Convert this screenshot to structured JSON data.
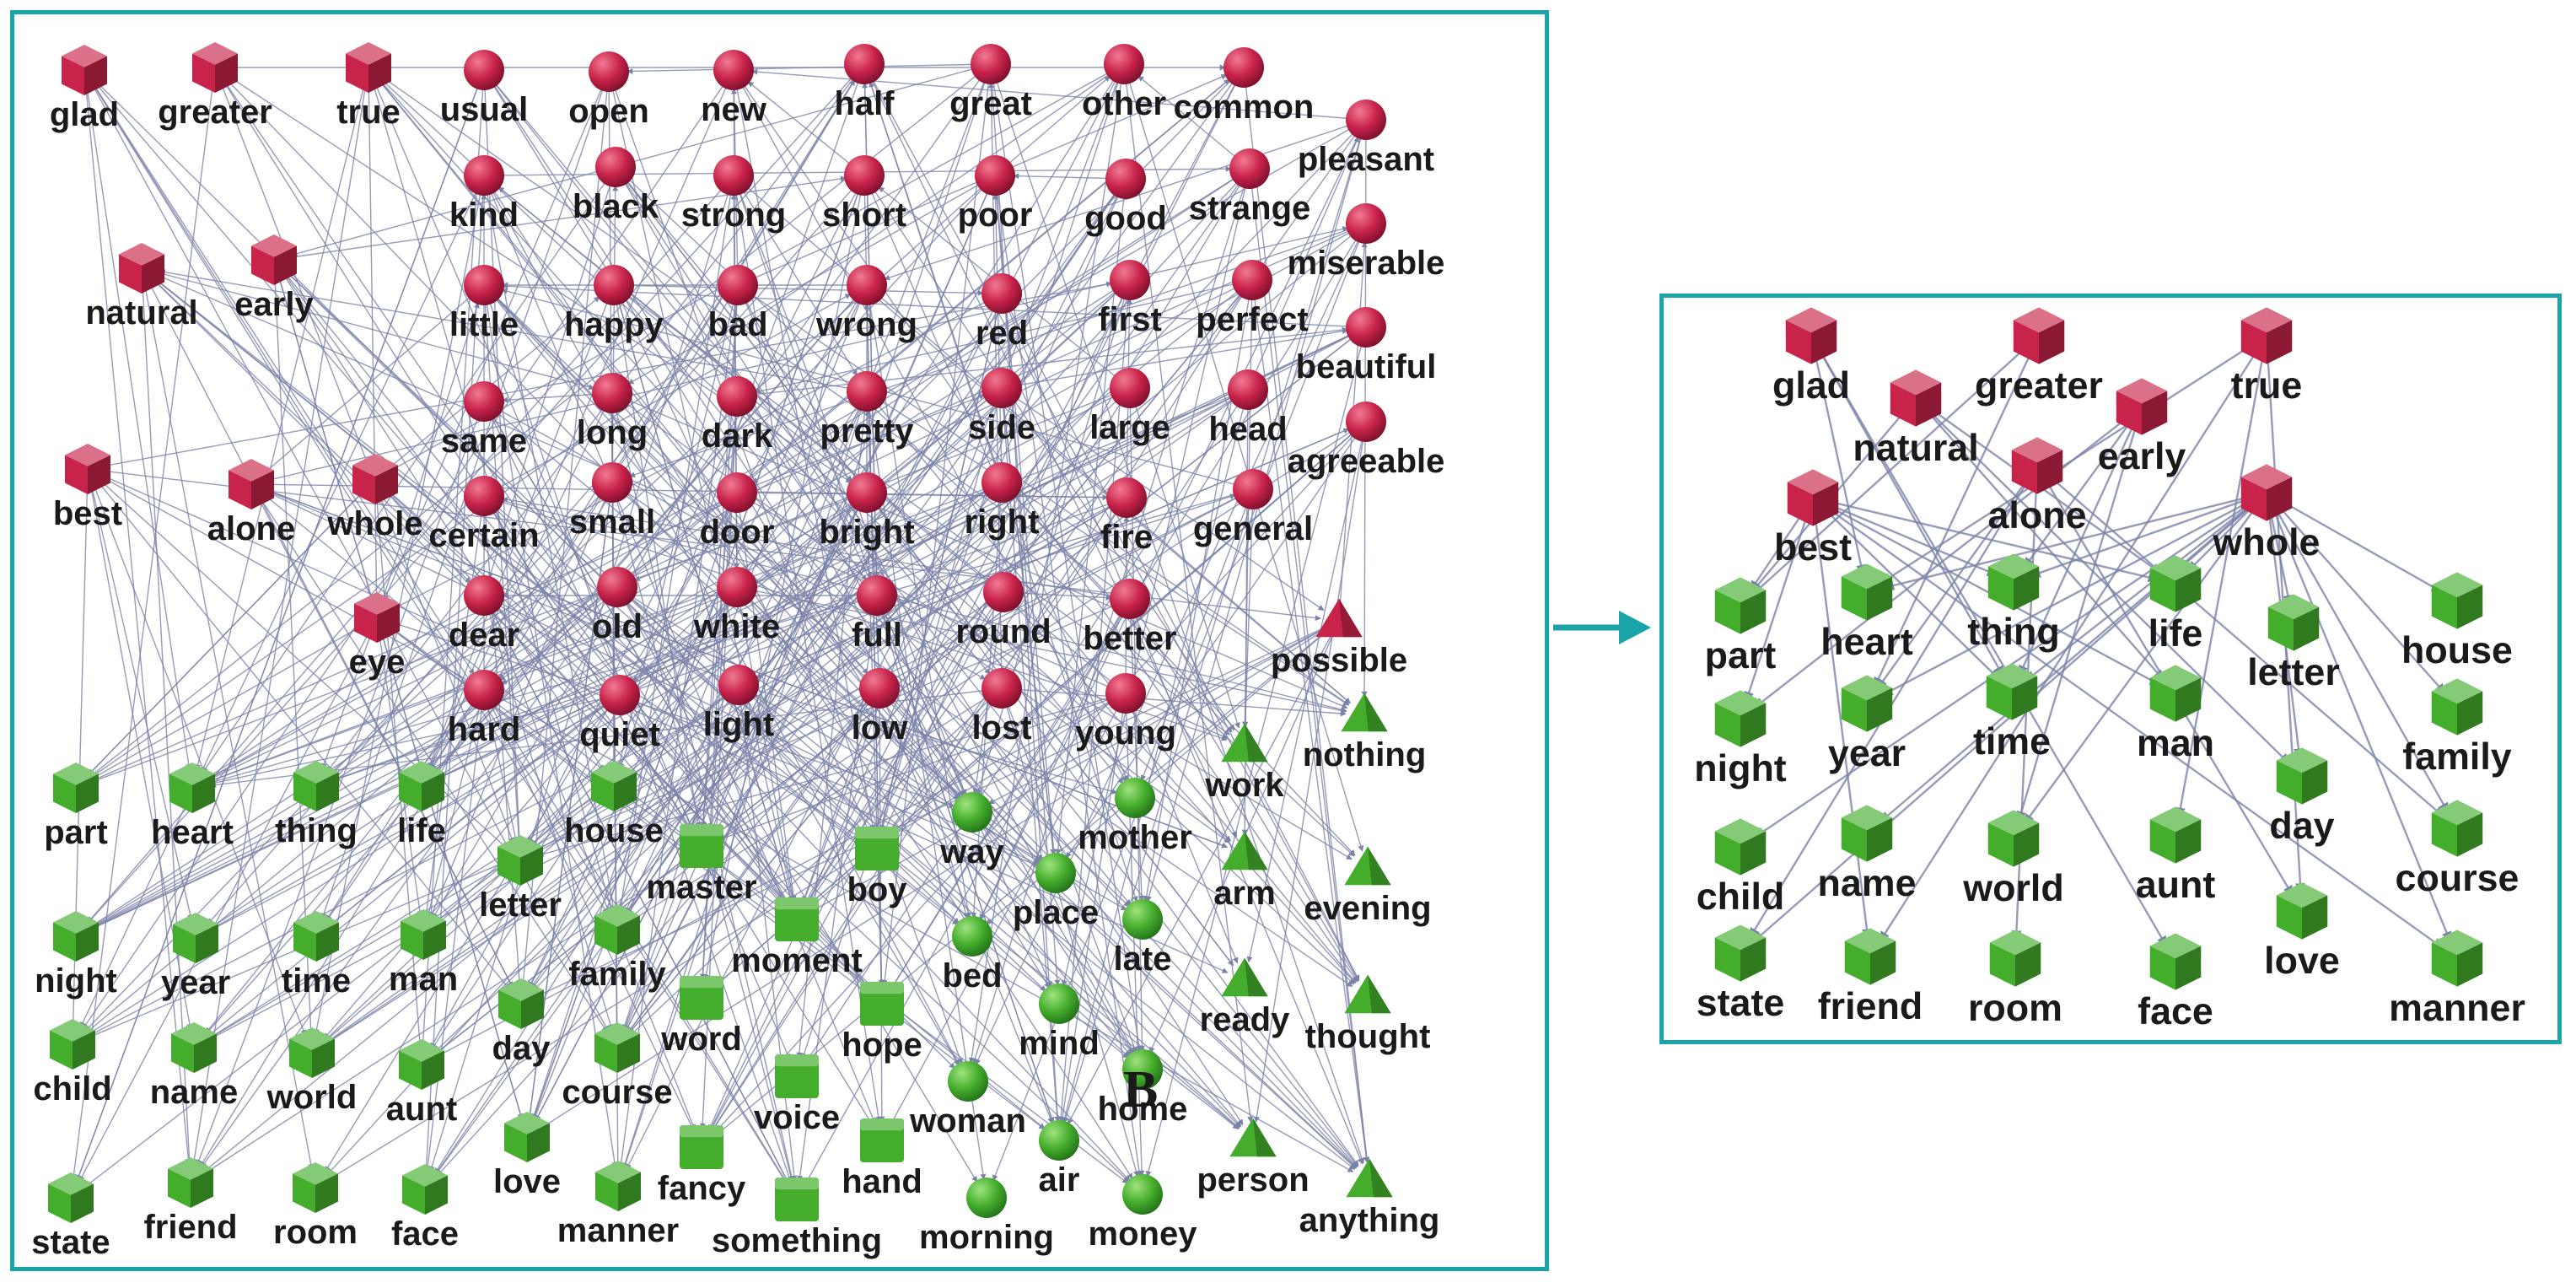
{
  "colors": {
    "adjective": "#c8234a",
    "noun": "#44ad2c",
    "edge": "#7a82a8",
    "border": "#1aa3a8",
    "arrow": "#1aa3a8"
  },
  "annotation": "B",
  "big": {
    "nodes": [
      {
        "id": "glad",
        "label": "glad",
        "shape": "cube",
        "cls": "adj"
      },
      {
        "id": "greater",
        "label": "greater",
        "shape": "cube",
        "cls": "adj"
      },
      {
        "id": "true",
        "label": "true",
        "shape": "cube",
        "cls": "adj"
      },
      {
        "id": "usual",
        "label": "usual",
        "shape": "sphere",
        "cls": "adj"
      },
      {
        "id": "open",
        "label": "open",
        "shape": "sphere",
        "cls": "adj"
      },
      {
        "id": "new",
        "label": "new",
        "shape": "sphere",
        "cls": "adj"
      },
      {
        "id": "half",
        "label": "half",
        "shape": "sphere",
        "cls": "adj"
      },
      {
        "id": "great",
        "label": "great",
        "shape": "sphere",
        "cls": "adj"
      },
      {
        "id": "other",
        "label": "other",
        "shape": "sphere",
        "cls": "adj"
      },
      {
        "id": "common",
        "label": "common",
        "shape": "sphere",
        "cls": "adj"
      },
      {
        "id": "pleasant",
        "label": "pleasant",
        "shape": "sphere",
        "cls": "adj"
      },
      {
        "id": "kind",
        "label": "kind",
        "shape": "sphere",
        "cls": "adj"
      },
      {
        "id": "black",
        "label": "black",
        "shape": "sphere",
        "cls": "adj"
      },
      {
        "id": "strong",
        "label": "strong",
        "shape": "sphere",
        "cls": "adj"
      },
      {
        "id": "short",
        "label": "short",
        "shape": "sphere",
        "cls": "adj"
      },
      {
        "id": "poor",
        "label": "poor",
        "shape": "sphere",
        "cls": "adj"
      },
      {
        "id": "good",
        "label": "good",
        "shape": "sphere",
        "cls": "adj"
      },
      {
        "id": "strange",
        "label": "strange",
        "shape": "sphere",
        "cls": "adj"
      },
      {
        "id": "miserable",
        "label": "miserable",
        "shape": "sphere",
        "cls": "adj"
      },
      {
        "id": "natural",
        "label": "natural",
        "shape": "cube",
        "cls": "adj"
      },
      {
        "id": "early",
        "label": "early",
        "shape": "cube",
        "cls": "adj"
      },
      {
        "id": "little",
        "label": "little",
        "shape": "sphere",
        "cls": "adj"
      },
      {
        "id": "happy",
        "label": "happy",
        "shape": "sphere",
        "cls": "adj"
      },
      {
        "id": "bad",
        "label": "bad",
        "shape": "sphere",
        "cls": "adj"
      },
      {
        "id": "wrong",
        "label": "wrong",
        "shape": "sphere",
        "cls": "adj"
      },
      {
        "id": "red",
        "label": "red",
        "shape": "sphere",
        "cls": "adj"
      },
      {
        "id": "first",
        "label": "first",
        "shape": "sphere",
        "cls": "adj"
      },
      {
        "id": "perfect",
        "label": "perfect",
        "shape": "sphere",
        "cls": "adj"
      },
      {
        "id": "beautiful",
        "label": "beautiful",
        "shape": "sphere",
        "cls": "adj"
      },
      {
        "id": "same",
        "label": "same",
        "shape": "sphere",
        "cls": "adj"
      },
      {
        "id": "long",
        "label": "long",
        "shape": "sphere",
        "cls": "adj"
      },
      {
        "id": "dark",
        "label": "dark",
        "shape": "sphere",
        "cls": "adj"
      },
      {
        "id": "pretty",
        "label": "pretty",
        "shape": "sphere",
        "cls": "adj"
      },
      {
        "id": "side",
        "label": "side",
        "shape": "sphere",
        "cls": "adj"
      },
      {
        "id": "large",
        "label": "large",
        "shape": "sphere",
        "cls": "adj"
      },
      {
        "id": "head",
        "label": "head",
        "shape": "sphere",
        "cls": "adj"
      },
      {
        "id": "agreeable",
        "label": "agreeable",
        "shape": "sphere",
        "cls": "adj"
      },
      {
        "id": "best",
        "label": "best",
        "shape": "cube",
        "cls": "adj"
      },
      {
        "id": "alone",
        "label": "alone",
        "shape": "cube",
        "cls": "adj"
      },
      {
        "id": "whole",
        "label": "whole",
        "shape": "cube",
        "cls": "adj"
      },
      {
        "id": "certain",
        "label": "certain",
        "shape": "sphere",
        "cls": "adj"
      },
      {
        "id": "small",
        "label": "small",
        "shape": "sphere",
        "cls": "adj"
      },
      {
        "id": "door",
        "label": "door",
        "shape": "sphere",
        "cls": "adj"
      },
      {
        "id": "bright",
        "label": "bright",
        "shape": "sphere",
        "cls": "adj"
      },
      {
        "id": "right",
        "label": "right",
        "shape": "sphere",
        "cls": "adj"
      },
      {
        "id": "fire",
        "label": "fire",
        "shape": "sphere",
        "cls": "adj"
      },
      {
        "id": "general",
        "label": "general",
        "shape": "sphere",
        "cls": "adj"
      },
      {
        "id": "eye",
        "label": "eye",
        "shape": "cube",
        "cls": "adj"
      },
      {
        "id": "dear",
        "label": "dear",
        "shape": "sphere",
        "cls": "adj"
      },
      {
        "id": "old",
        "label": "old",
        "shape": "sphere",
        "cls": "adj"
      },
      {
        "id": "white",
        "label": "white",
        "shape": "sphere",
        "cls": "adj"
      },
      {
        "id": "full",
        "label": "full",
        "shape": "sphere",
        "cls": "adj"
      },
      {
        "id": "round",
        "label": "round",
        "shape": "sphere",
        "cls": "adj"
      },
      {
        "id": "better",
        "label": "better",
        "shape": "sphere",
        "cls": "adj"
      },
      {
        "id": "possible",
        "label": "possible",
        "shape": "triangle",
        "cls": "adj"
      },
      {
        "id": "hard",
        "label": "hard",
        "shape": "sphere",
        "cls": "adj"
      },
      {
        "id": "quiet",
        "label": "quiet",
        "shape": "sphere",
        "cls": "adj"
      },
      {
        "id": "light",
        "label": "light",
        "shape": "sphere",
        "cls": "adj"
      },
      {
        "id": "low",
        "label": "low",
        "shape": "sphere",
        "cls": "adj"
      },
      {
        "id": "lost",
        "label": "lost",
        "shape": "sphere",
        "cls": "adj"
      },
      {
        "id": "young",
        "label": "young",
        "shape": "sphere",
        "cls": "adj"
      },
      {
        "id": "nothing",
        "label": "nothing",
        "shape": "triangle",
        "cls": "noun"
      },
      {
        "id": "part",
        "label": "part",
        "shape": "cube",
        "cls": "noun"
      },
      {
        "id": "heart",
        "label": "heart",
        "shape": "cube",
        "cls": "noun"
      },
      {
        "id": "thing",
        "label": "thing",
        "shape": "cube",
        "cls": "noun"
      },
      {
        "id": "life",
        "label": "life",
        "shape": "cube",
        "cls": "noun"
      },
      {
        "id": "house",
        "label": "house",
        "shape": "cube",
        "cls": "noun"
      },
      {
        "id": "way",
        "label": "way",
        "shape": "sphere",
        "cls": "noun"
      },
      {
        "id": "mother",
        "label": "mother",
        "shape": "sphere",
        "cls": "noun"
      },
      {
        "id": "work",
        "label": "work",
        "shape": "triangle",
        "cls": "noun"
      },
      {
        "id": "letter",
        "label": "letter",
        "shape": "cube",
        "cls": "noun"
      },
      {
        "id": "master",
        "label": "master",
        "shape": "square",
        "cls": "noun"
      },
      {
        "id": "boy",
        "label": "boy",
        "shape": "square",
        "cls": "noun"
      },
      {
        "id": "place",
        "label": "place",
        "shape": "sphere",
        "cls": "noun"
      },
      {
        "id": "arm",
        "label": "arm",
        "shape": "triangle",
        "cls": "noun"
      },
      {
        "id": "evening",
        "label": "evening",
        "shape": "triangle",
        "cls": "noun"
      },
      {
        "id": "night",
        "label": "night",
        "shape": "cube",
        "cls": "noun"
      },
      {
        "id": "year",
        "label": "year",
        "shape": "cube",
        "cls": "noun"
      },
      {
        "id": "time",
        "label": "time",
        "shape": "cube",
        "cls": "noun"
      },
      {
        "id": "man",
        "label": "man",
        "shape": "cube",
        "cls": "noun"
      },
      {
        "id": "family",
        "label": "family",
        "shape": "cube",
        "cls": "noun"
      },
      {
        "id": "moment",
        "label": "moment",
        "shape": "square",
        "cls": "noun"
      },
      {
        "id": "late",
        "label": "late",
        "shape": "sphere",
        "cls": "noun"
      },
      {
        "id": "bed",
        "label": "bed",
        "shape": "sphere",
        "cls": "noun"
      },
      {
        "id": "day",
        "label": "day",
        "shape": "cube",
        "cls": "noun"
      },
      {
        "id": "word",
        "label": "word",
        "shape": "square",
        "cls": "noun"
      },
      {
        "id": "hope",
        "label": "hope",
        "shape": "square",
        "cls": "noun"
      },
      {
        "id": "mind",
        "label": "mind",
        "shape": "sphere",
        "cls": "noun"
      },
      {
        "id": "ready",
        "label": "ready",
        "shape": "triangle",
        "cls": "noun"
      },
      {
        "id": "thought",
        "label": "thought",
        "shape": "triangle",
        "cls": "noun"
      },
      {
        "id": "child",
        "label": "child",
        "shape": "cube",
        "cls": "noun"
      },
      {
        "id": "name",
        "label": "name",
        "shape": "cube",
        "cls": "noun"
      },
      {
        "id": "world",
        "label": "world",
        "shape": "cube",
        "cls": "noun"
      },
      {
        "id": "aunt",
        "label": "aunt",
        "shape": "cube",
        "cls": "noun"
      },
      {
        "id": "course",
        "label": "course",
        "shape": "cube",
        "cls": "noun"
      },
      {
        "id": "voice",
        "label": "voice",
        "shape": "square",
        "cls": "noun"
      },
      {
        "id": "woman",
        "label": "woman",
        "shape": "sphere",
        "cls": "noun"
      },
      {
        "id": "home",
        "label": "home",
        "shape": "sphere",
        "cls": "noun"
      },
      {
        "id": "state",
        "label": "state",
        "shape": "cube",
        "cls": "noun"
      },
      {
        "id": "friend",
        "label": "friend",
        "shape": "cube",
        "cls": "noun"
      },
      {
        "id": "room",
        "label": "room",
        "shape": "cube",
        "cls": "noun"
      },
      {
        "id": "face",
        "label": "face",
        "shape": "cube",
        "cls": "noun"
      },
      {
        "id": "love",
        "label": "love",
        "shape": "cube",
        "cls": "noun"
      },
      {
        "id": "manner",
        "label": "manner",
        "shape": "cube",
        "cls": "noun"
      },
      {
        "id": "fancy",
        "label": "fancy",
        "shape": "square",
        "cls": "noun"
      },
      {
        "id": "something",
        "label": "something",
        "shape": "square",
        "cls": "noun"
      },
      {
        "id": "hand",
        "label": "hand",
        "shape": "square",
        "cls": "noun"
      },
      {
        "id": "air",
        "label": "air",
        "shape": "sphere",
        "cls": "noun"
      },
      {
        "id": "morning",
        "label": "morning",
        "shape": "sphere",
        "cls": "noun"
      },
      {
        "id": "money",
        "label": "money",
        "shape": "sphere",
        "cls": "noun"
      },
      {
        "id": "person",
        "label": "person",
        "shape": "triangle",
        "cls": "noun"
      },
      {
        "id": "anything",
        "label": "anything",
        "shape": "triangle",
        "cls": "noun"
      }
    ]
  },
  "small": {
    "nodes": [
      {
        "id": "glad",
        "label": "glad",
        "shape": "cube",
        "cls": "adj"
      },
      {
        "id": "greater",
        "label": "greater",
        "shape": "cube",
        "cls": "adj"
      },
      {
        "id": "true",
        "label": "true",
        "shape": "cube",
        "cls": "adj"
      },
      {
        "id": "natural",
        "label": "natural",
        "shape": "cube",
        "cls": "adj"
      },
      {
        "id": "early",
        "label": "early",
        "shape": "cube",
        "cls": "adj"
      },
      {
        "id": "alone",
        "label": "alone",
        "shape": "cube",
        "cls": "adj"
      },
      {
        "id": "best",
        "label": "best",
        "shape": "cube",
        "cls": "adj"
      },
      {
        "id": "whole",
        "label": "whole",
        "shape": "cube",
        "cls": "adj"
      },
      {
        "id": "part",
        "label": "part",
        "shape": "cube",
        "cls": "noun"
      },
      {
        "id": "heart",
        "label": "heart",
        "shape": "cube",
        "cls": "noun"
      },
      {
        "id": "thing",
        "label": "thing",
        "shape": "cube",
        "cls": "noun"
      },
      {
        "id": "life",
        "label": "life",
        "shape": "cube",
        "cls": "noun"
      },
      {
        "id": "letter",
        "label": "letter",
        "shape": "cube",
        "cls": "noun"
      },
      {
        "id": "house",
        "label": "house",
        "shape": "cube",
        "cls": "noun"
      },
      {
        "id": "night",
        "label": "night",
        "shape": "cube",
        "cls": "noun"
      },
      {
        "id": "year",
        "label": "year",
        "shape": "cube",
        "cls": "noun"
      },
      {
        "id": "time",
        "label": "time",
        "shape": "cube",
        "cls": "noun"
      },
      {
        "id": "man",
        "label": "man",
        "shape": "cube",
        "cls": "noun"
      },
      {
        "id": "family",
        "label": "family",
        "shape": "cube",
        "cls": "noun"
      },
      {
        "id": "day",
        "label": "day",
        "shape": "cube",
        "cls": "noun"
      },
      {
        "id": "child",
        "label": "child",
        "shape": "cube",
        "cls": "noun"
      },
      {
        "id": "name",
        "label": "name",
        "shape": "cube",
        "cls": "noun"
      },
      {
        "id": "world",
        "label": "world",
        "shape": "cube",
        "cls": "noun"
      },
      {
        "id": "aunt",
        "label": "aunt",
        "shape": "cube",
        "cls": "noun"
      },
      {
        "id": "course",
        "label": "course",
        "shape": "cube",
        "cls": "noun"
      },
      {
        "id": "love",
        "label": "love",
        "shape": "cube",
        "cls": "noun"
      },
      {
        "id": "state",
        "label": "state",
        "shape": "cube",
        "cls": "noun"
      },
      {
        "id": "friend",
        "label": "friend",
        "shape": "cube",
        "cls": "noun"
      },
      {
        "id": "room",
        "label": "room",
        "shape": "cube",
        "cls": "noun"
      },
      {
        "id": "face",
        "label": "face",
        "shape": "cube",
        "cls": "noun"
      },
      {
        "id": "manner",
        "label": "manner",
        "shape": "cube",
        "cls": "noun"
      }
    ],
    "edges": [
      [
        "glad",
        "heart"
      ],
      [
        "glad",
        "face"
      ],
      [
        "glad",
        "time"
      ],
      [
        "greater",
        "part"
      ],
      [
        "greater",
        "year"
      ],
      [
        "true",
        "friend"
      ],
      [
        "true",
        "love"
      ],
      [
        "true",
        "aunt"
      ],
      [
        "true",
        "heart"
      ],
      [
        "natural",
        "man"
      ],
      [
        "natural",
        "day"
      ],
      [
        "natural",
        "part"
      ],
      [
        "natural",
        "life"
      ],
      [
        "early",
        "night"
      ],
      [
        "early",
        "world"
      ],
      [
        "early",
        "time"
      ],
      [
        "early",
        "thing"
      ],
      [
        "alone",
        "year"
      ],
      [
        "alone",
        "room"
      ],
      [
        "alone",
        "course"
      ],
      [
        "alone",
        "love"
      ],
      [
        "alone",
        "state"
      ],
      [
        "best",
        "part"
      ],
      [
        "best",
        "friend"
      ],
      [
        "best",
        "man"
      ],
      [
        "best",
        "manner"
      ],
      [
        "best",
        "thing"
      ],
      [
        "best",
        "life"
      ],
      [
        "best",
        "time"
      ],
      [
        "best",
        "night"
      ],
      [
        "whole",
        "house"
      ],
      [
        "whole",
        "family"
      ],
      [
        "whole",
        "day"
      ],
      [
        "whole",
        "life"
      ],
      [
        "whole",
        "letter"
      ],
      [
        "whole",
        "course"
      ],
      [
        "whole",
        "manner"
      ],
      [
        "whole",
        "world"
      ],
      [
        "whole",
        "thing"
      ],
      [
        "whole",
        "time"
      ],
      [
        "whole",
        "year"
      ],
      [
        "whole",
        "child"
      ],
      [
        "whole",
        "state"
      ],
      [
        "whole",
        "name"
      ],
      [
        "whole",
        "heart"
      ]
    ]
  }
}
